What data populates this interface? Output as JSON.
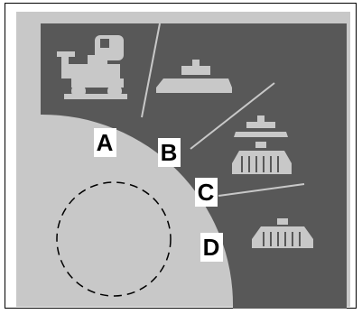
{
  "diagram": {
    "zones": [
      {
        "id": "A",
        "label": "A",
        "icon": "ride-on-scrubber-icon"
      },
      {
        "id": "B",
        "label": "B",
        "icon": "brush-deck-icon"
      },
      {
        "id": "C",
        "label": "C",
        "icon": "wide-brush-deck-icon"
      },
      {
        "id": "D",
        "label": "D",
        "icon": "sweeper-head-icon"
      }
    ]
  },
  "colors": {
    "panel_background": "#c8c8c8",
    "fan_band": "#585858",
    "icon_fill": "#c8c8c8",
    "frame_border": "#000000"
  }
}
